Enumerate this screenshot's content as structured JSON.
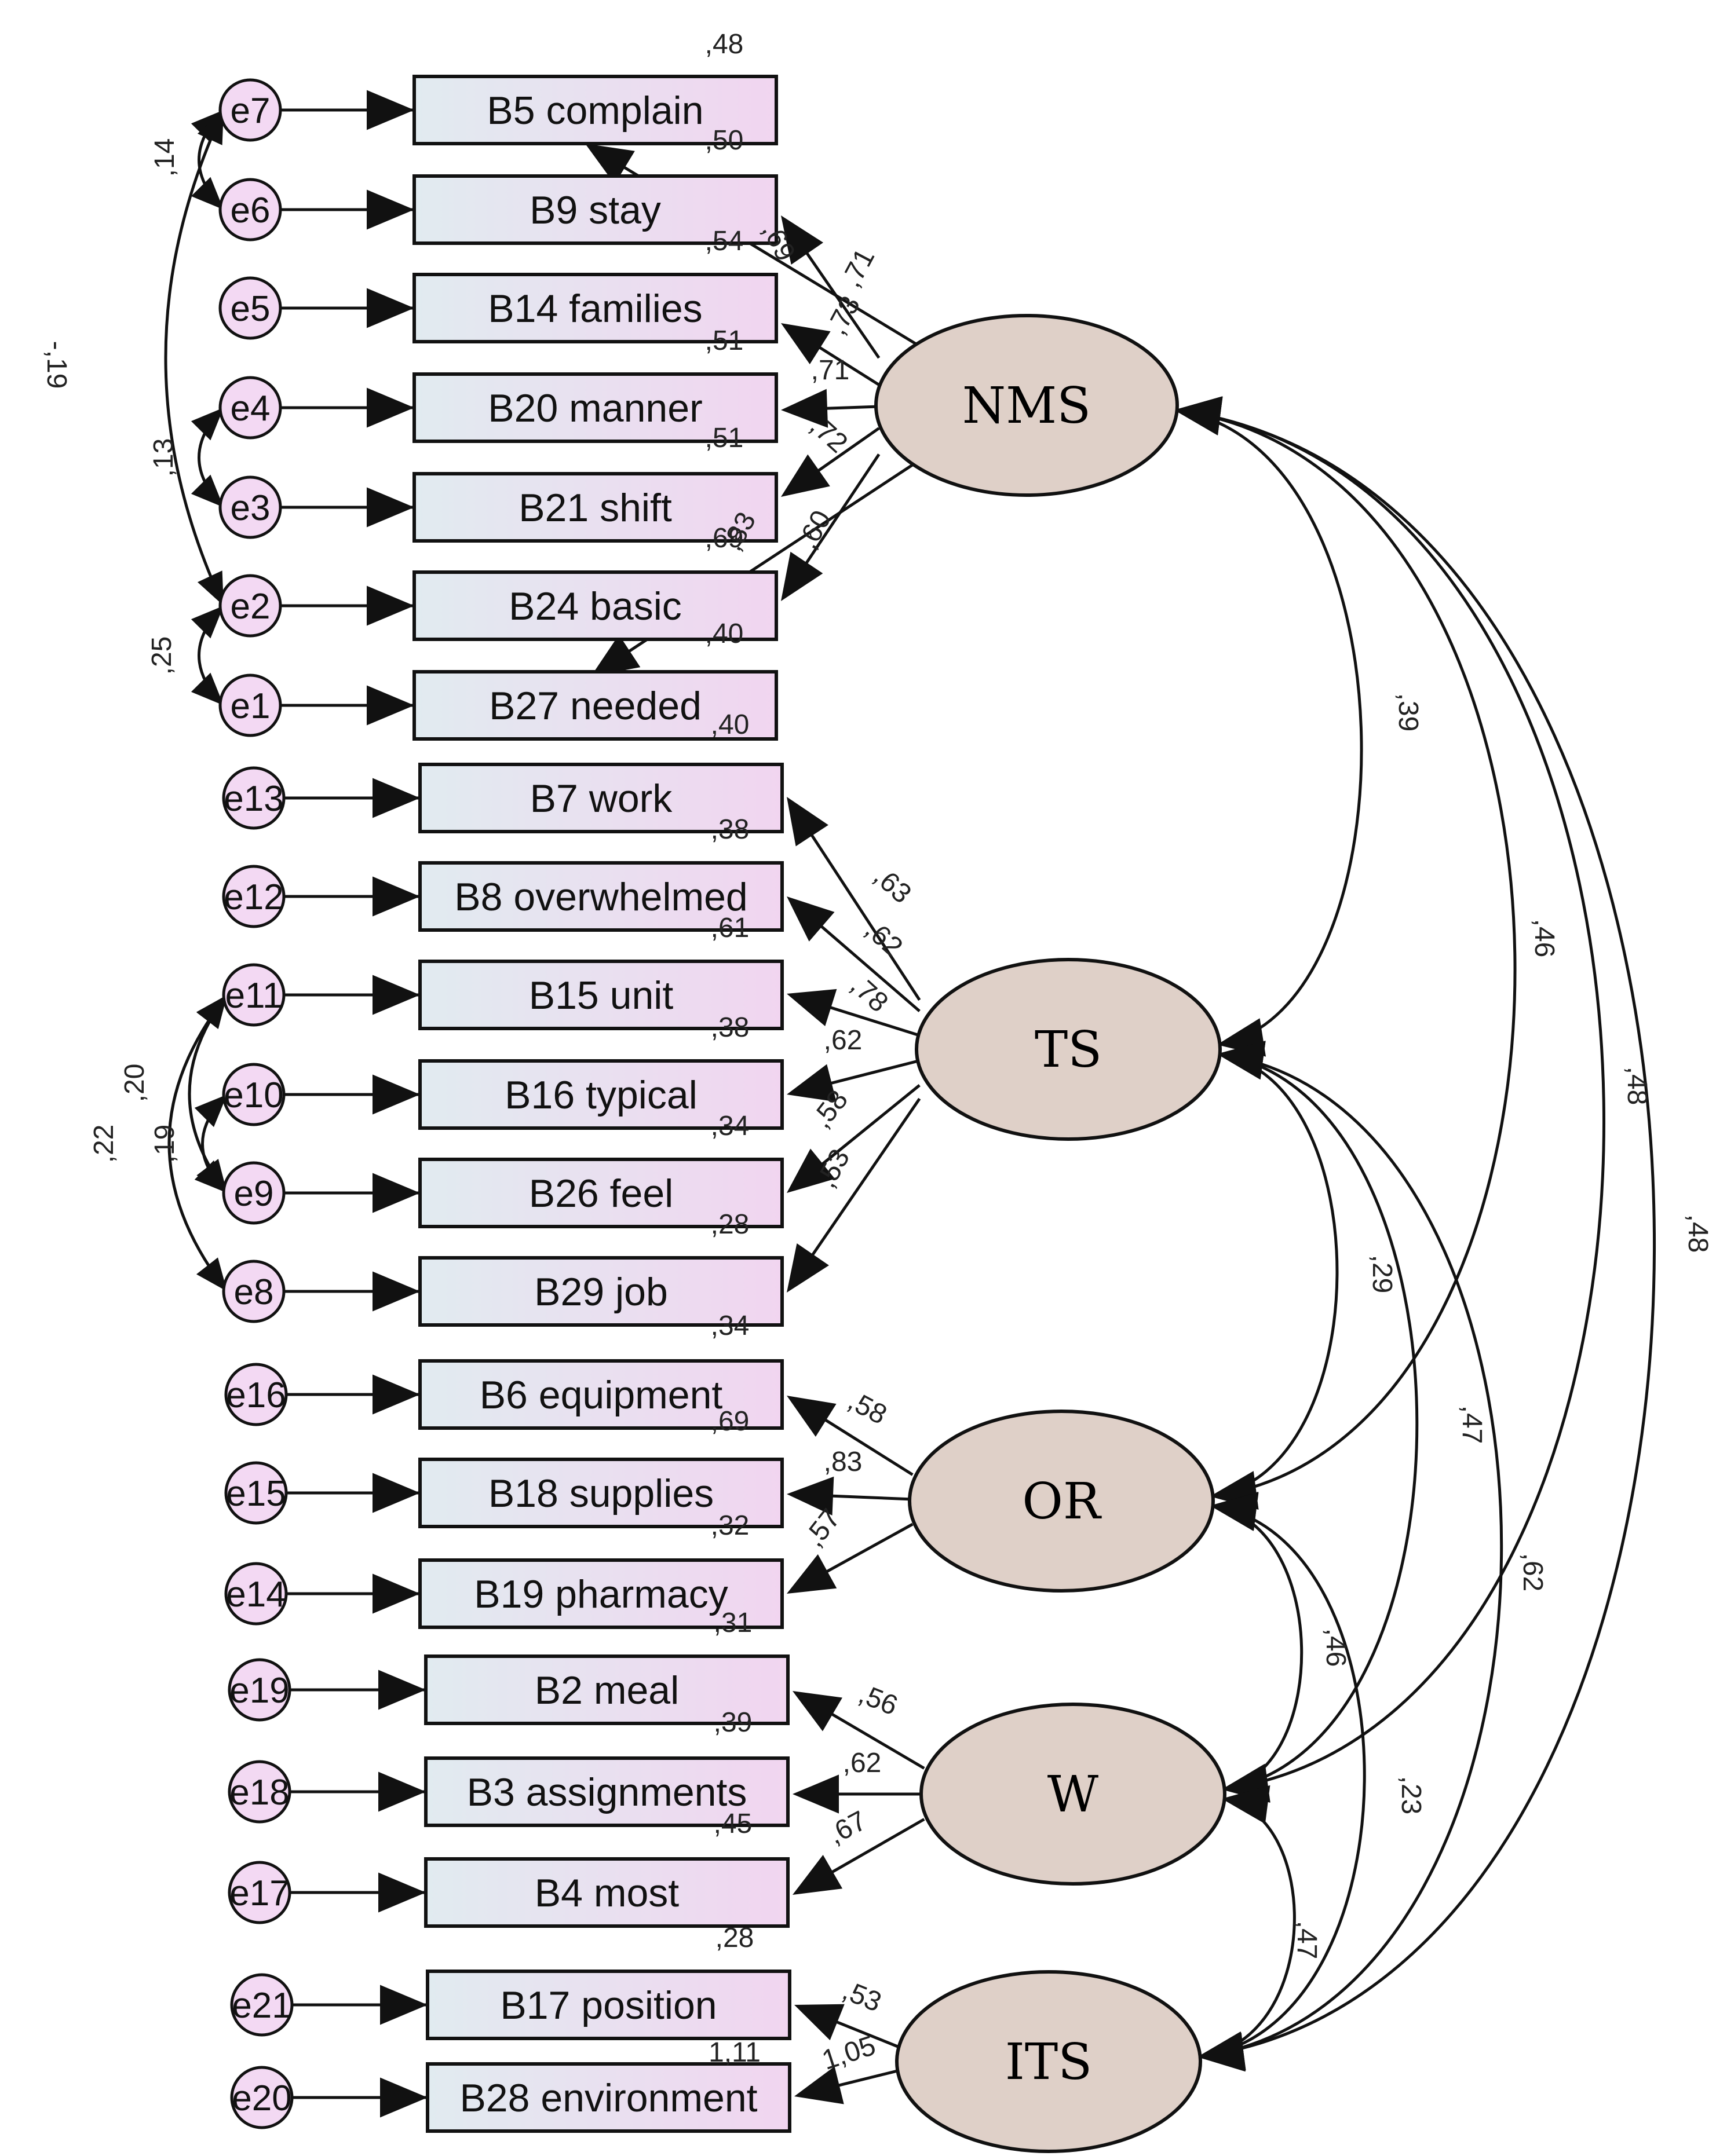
{
  "latents": [
    {
      "id": "NMS",
      "label": "NMS"
    },
    {
      "id": "TS",
      "label": "TS"
    },
    {
      "id": "OR",
      "label": "OR"
    },
    {
      "id": "W",
      "label": "W"
    },
    {
      "id": "ITS",
      "label": "ITS"
    }
  ],
  "indicators": [
    {
      "label": "B5 complain",
      "error": "e7",
      "r2": ",48",
      "factor": "NMS",
      "loading": ",69"
    },
    {
      "label": "B9 stay",
      "error": "e6",
      "r2": ",50",
      "factor": "NMS",
      "loading": ",71"
    },
    {
      "label": "B14 families",
      "error": "e5",
      "r2": ",54",
      "factor": "NMS",
      "loading": ",73"
    },
    {
      "label": "B20 manner",
      "error": "e4",
      "r2": ",51",
      "factor": "NMS",
      "loading": ",71"
    },
    {
      "label": "B21 shift",
      "error": "e3",
      "r2": ",51",
      "factor": "NMS",
      "loading": ",72"
    },
    {
      "label": "B24 basic",
      "error": "e2",
      "r2": ",69",
      "factor": "NMS",
      "loading": ",83"
    },
    {
      "label": "B27 needed",
      "error": "e1",
      "r2": ",40",
      "factor": "NMS",
      "loading": ",60"
    },
    {
      "label": "B7 work",
      "error": "e13",
      "r2": ",40",
      "factor": "TS",
      "loading": ",63"
    },
    {
      "label": "B8 overwhelmed",
      "error": "e12",
      "r2": ",38",
      "factor": "TS",
      "loading": ",62"
    },
    {
      "label": "B15 unit",
      "error": "e11",
      "r2": ",61",
      "factor": "TS",
      "loading": ",78"
    },
    {
      "label": "B16 typical",
      "error": "e10",
      "r2": ",38",
      "factor": "TS",
      "loading": ",62"
    },
    {
      "label": "B26 feel",
      "error": "e9",
      "r2": ",34",
      "factor": "TS",
      "loading": ",58"
    },
    {
      "label": "B29 job",
      "error": "e8",
      "r2": ",28",
      "factor": "TS",
      "loading": ",53"
    },
    {
      "label": "B6 equipment",
      "error": "e16",
      "r2": ",34",
      "factor": "OR",
      "loading": ",58"
    },
    {
      "label": "B18 supplies",
      "error": "e15",
      "r2": ",69",
      "factor": "OR",
      "loading": ",83"
    },
    {
      "label": "B19 pharmacy",
      "error": "e14",
      "r2": ",32",
      "factor": "OR",
      "loading": ",57"
    },
    {
      "label": "B2 meal",
      "error": "e19",
      "r2": ",31",
      "factor": "W",
      "loading": ",56"
    },
    {
      "label": "B3 assignments",
      "error": "e18",
      "r2": ",39",
      "factor": "W",
      "loading": ",62"
    },
    {
      "label": "B4 most",
      "error": "e17",
      "r2": ",45",
      "factor": "W",
      "loading": ",67"
    },
    {
      "label": "B17 position",
      "error": "e21",
      "r2": ",28",
      "factor": "ITS",
      "loading": ",53"
    },
    {
      "label": "B28 environment",
      "error": "e20",
      "r2": "1,11",
      "factor": "ITS",
      "loading": "1,05"
    }
  ],
  "factor_correlations": [
    {
      "from": "NMS",
      "to": "TS",
      "value": ",39"
    },
    {
      "from": "NMS",
      "to": "OR",
      "value": ",46"
    },
    {
      "from": "NMS",
      "to": "W",
      "value": ",48"
    },
    {
      "from": "NMS",
      "to": "ITS",
      "value": ",48"
    },
    {
      "from": "TS",
      "to": "OR",
      "value": ",29"
    },
    {
      "from": "TS",
      "to": "W",
      "value": ",47"
    },
    {
      "from": "TS",
      "to": "ITS",
      "value": ",62"
    },
    {
      "from": "OR",
      "to": "W",
      "value": ",46"
    },
    {
      "from": "OR",
      "to": "ITS",
      "value": ",23"
    },
    {
      "from": "W",
      "to": "ITS",
      "value": ",47"
    }
  ],
  "error_covariances": [
    {
      "from": "e7",
      "to": "e6",
      "value": ",14"
    },
    {
      "from": "e7",
      "to": "e2",
      "value": "-,19"
    },
    {
      "from": "e4",
      "to": "e3",
      "value": ",13"
    },
    {
      "from": "e2",
      "to": "e1",
      "value": ",25"
    },
    {
      "from": "e11",
      "to": "e9",
      "value": ",20"
    },
    {
      "from": "e10",
      "to": "e9",
      "value": ",19"
    },
    {
      "from": "e11",
      "to": "e8",
      "value": ",22"
    }
  ],
  "colors": {
    "latent_fill": "#dfd0c8",
    "indicator_fill_left": "#e1ebf0",
    "indicator_fill_right": "#f1d5f0",
    "error_fill": "#f3d9f3",
    "stroke": "#111111"
  }
}
